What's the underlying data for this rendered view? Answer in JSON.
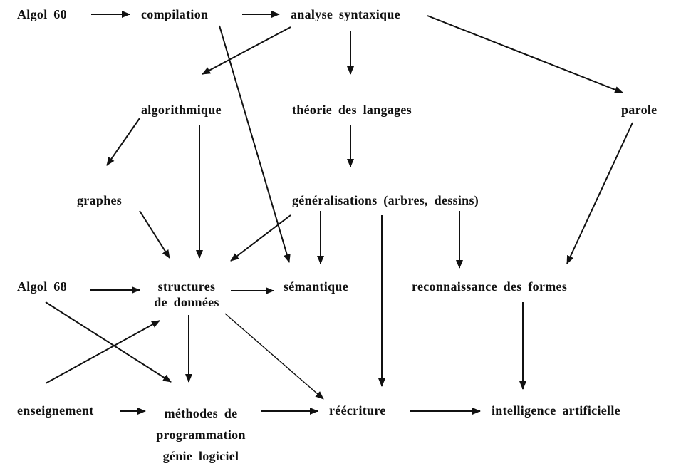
{
  "nodes": {
    "algol60": "Algol 60",
    "compilation": "compilation",
    "analyse": "analyse syntaxique",
    "algorithmique": "algorithmique",
    "theorie": "théorie des langages",
    "parole": "parole",
    "graphes": "graphes",
    "generalisations": "généralisations (arbres, dessins)",
    "algol68": "Algol 68",
    "structures_1": "structures",
    "structures_2": "de données",
    "semantique": "sémantique",
    "reconnaissance": "reconnaissance des formes",
    "enseignement": "enseignement",
    "methodes_1": "méthodes de",
    "methodes_2": "programmation",
    "methodes_3": "génie logiciel",
    "reecriture": "réécriture",
    "intelligence": "intelligence artificielle"
  },
  "edges": [
    {
      "id": "algol60-compilation",
      "from": "Algol 60",
      "to": "compilation"
    },
    {
      "id": "compilation-analyse",
      "from": "compilation",
      "to": "analyse syntaxique"
    },
    {
      "id": "analyse-algorithmique",
      "from": "analyse syntaxique",
      "to": "algorithmique"
    },
    {
      "id": "analyse-theorie",
      "from": "analyse syntaxique",
      "to": "théorie des langages"
    },
    {
      "id": "analyse-parole",
      "from": "analyse syntaxique",
      "to": "parole"
    },
    {
      "id": "compilation-semantique",
      "from": "compilation",
      "to": "sémantique"
    },
    {
      "id": "algorithmique-graphes",
      "from": "algorithmique",
      "to": "graphes"
    },
    {
      "id": "algorithmique-structures",
      "from": "algorithmique",
      "to": "structures de données"
    },
    {
      "id": "theorie-generalisations",
      "from": "théorie des langages",
      "to": "généralisations (arbres, dessins)"
    },
    {
      "id": "parole-reconnaissance",
      "from": "parole",
      "to": "reconnaissance des formes"
    },
    {
      "id": "graphes-structures",
      "from": "graphes",
      "to": "structures de données"
    },
    {
      "id": "generalisations-structures",
      "from": "généralisations (arbres, dessins)",
      "to": "structures de données"
    },
    {
      "id": "generalisations-semantique",
      "from": "généralisations (arbres, dessins)",
      "to": "sémantique"
    },
    {
      "id": "generalisations-reecriture",
      "from": "généralisations (arbres, dessins)",
      "to": "réécriture"
    },
    {
      "id": "generalisations-reconnaissance",
      "from": "généralisations (arbres, dessins)",
      "to": "reconnaissance des formes"
    },
    {
      "id": "algol68-structures",
      "from": "Algol 68",
      "to": "structures de données"
    },
    {
      "id": "structures-semantique",
      "from": "structures de données",
      "to": "sémantique"
    },
    {
      "id": "algol68-methodes",
      "from": "Algol 68",
      "to": "méthodes de programmation"
    },
    {
      "id": "enseignement-structures",
      "from": "enseignement",
      "to": "structures de données"
    },
    {
      "id": "structures-methodes",
      "from": "structures de données",
      "to": "méthodes de programmation"
    },
    {
      "id": "structures-reecriture",
      "from": "structures de données",
      "to": "réécriture"
    },
    {
      "id": "enseignement-methodes",
      "from": "enseignement",
      "to": "méthodes de programmation"
    },
    {
      "id": "methodes-reecriture",
      "from": "méthodes de programmation",
      "to": "réécriture"
    },
    {
      "id": "reecriture-intelligence",
      "from": "réécriture",
      "to": "intelligence artificielle"
    },
    {
      "id": "reconnaissance-intelligence",
      "from": "reconnaissance des formes",
      "to": "intelligence artificielle"
    }
  ],
  "colors": {
    "ink": "#111111",
    "background": "#ffffff"
  }
}
